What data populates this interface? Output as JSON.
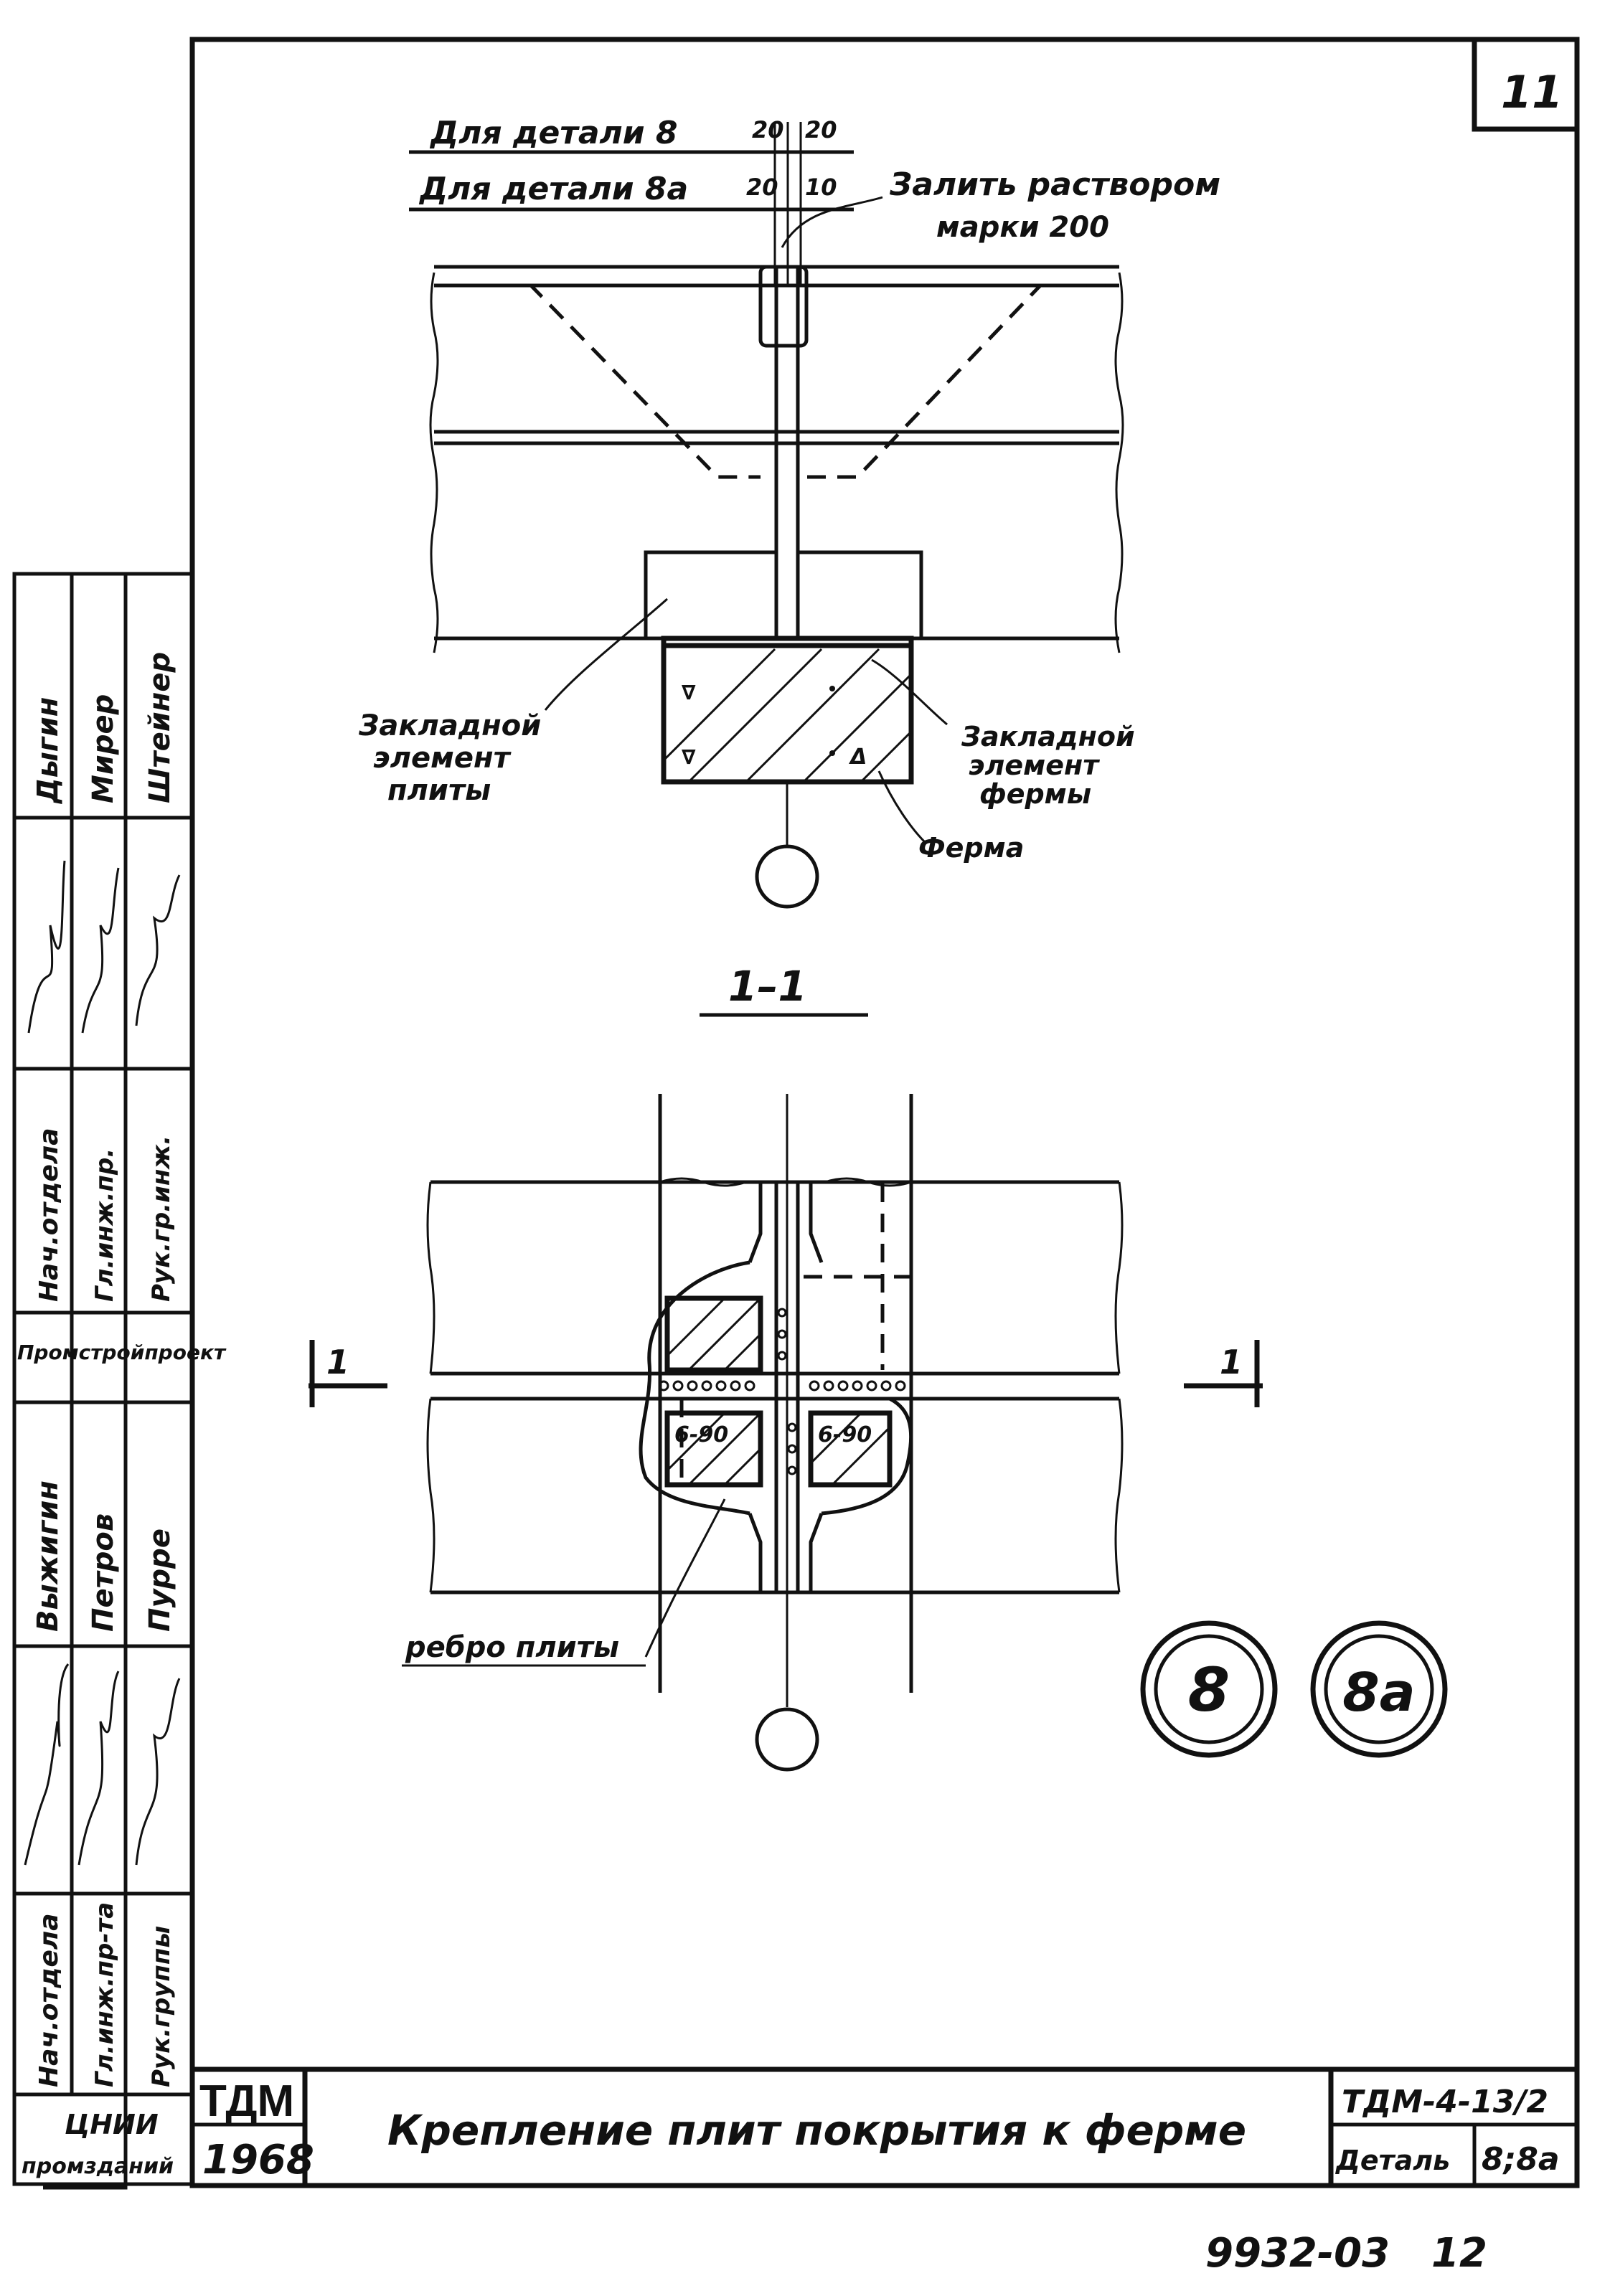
{
  "sheet_number": "11",
  "top_view": {
    "dim_rows": [
      {
        "label": "Для детали 8",
        "d1": "20",
        "d2": "20"
      },
      {
        "label": "Для детали 8а",
        "d1": "20",
        "d2": "10"
      }
    ],
    "grout_note_line1": "Залить раствором",
    "grout_note_line2": "марки 200",
    "plate_embed_line1": "Закладной",
    "plate_embed_line2": "элемент",
    "plate_embed_line3": "плиты",
    "truss_embed_line1": "Закладной",
    "truss_embed_line2": "элемент",
    "truss_embed_line3": "фермы",
    "truss_label": "Ферма"
  },
  "section_label": "1–1",
  "section_view": {
    "cut_mark_left": "1",
    "cut_mark_right": "1",
    "weld_left": "6-90",
    "weld_right": "6-90",
    "rib_label": "ребро плиты"
  },
  "detail_marks": [
    "8",
    "8а"
  ],
  "side_stamp": {
    "top_names": [
      "Дыгин",
      "Мирер",
      "Штейнер"
    ],
    "top_roles": [
      "Нач.отдела",
      "Гл.инж.пр.",
      "Рук.гр.инж."
    ],
    "top_org": "Промстройпроект",
    "bottom_names": [
      "Выжигин",
      "Петров",
      "Пурре"
    ],
    "bottom_roles": [
      "Нач.отдела",
      "Гл.инж.пр-та",
      "Рук.группы"
    ],
    "bottom_org_line1": "ЦНИИ",
    "bottom_org_line2": "промзданий"
  },
  "title_block": {
    "series": "ТДМ",
    "year": "1968",
    "title": "Крепление плит покрытия к ферме",
    "code": "ТДМ-4-13/2",
    "detail_label": "Деталь",
    "detail_value": "8;8а"
  },
  "footer": {
    "doc_number": "9932-03",
    "page": "12"
  }
}
